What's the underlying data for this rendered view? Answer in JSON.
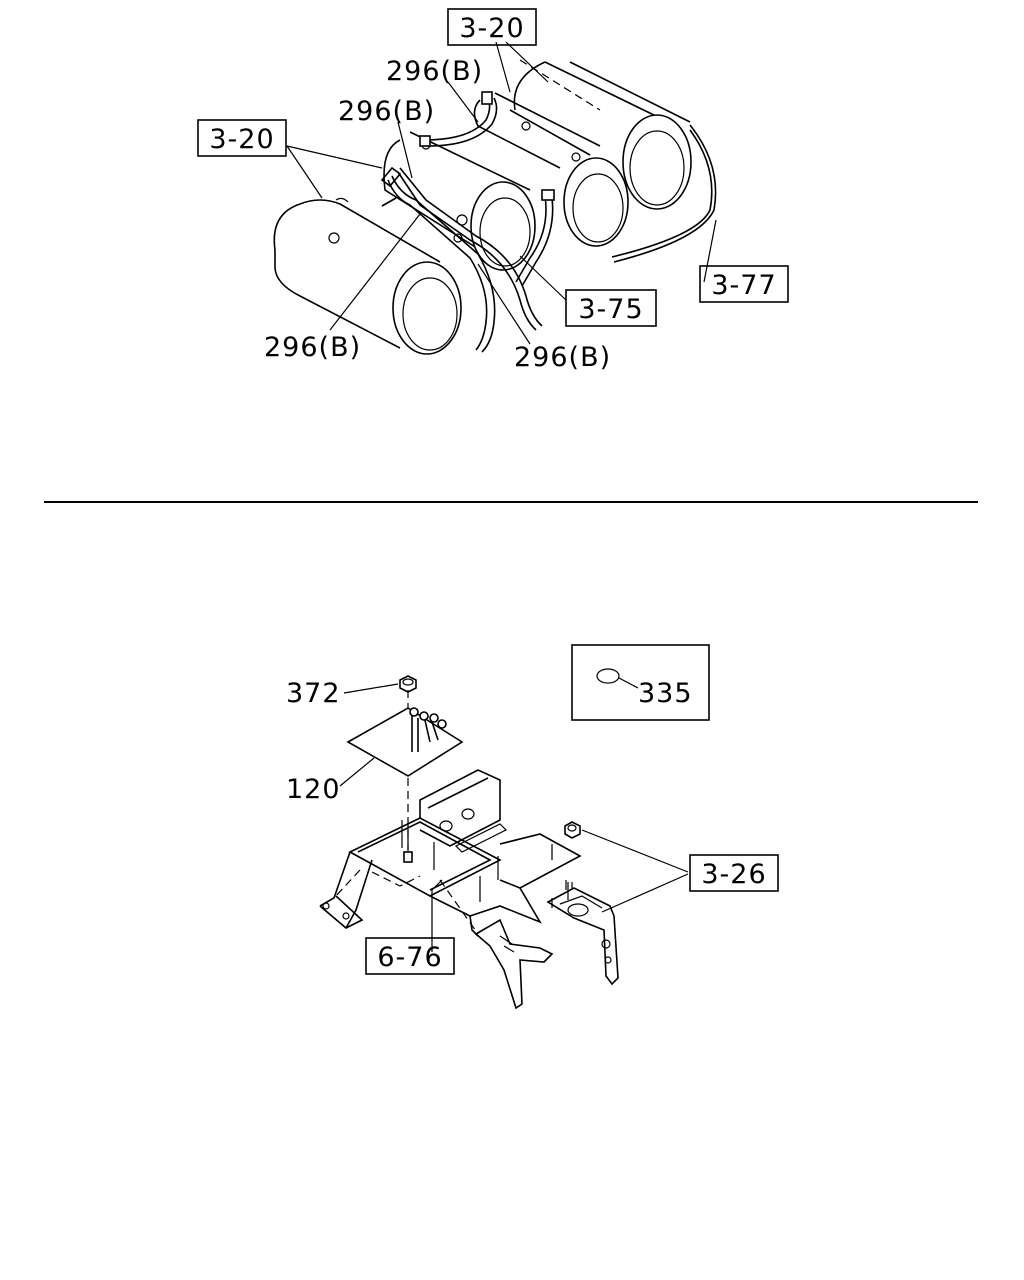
{
  "labels": {
    "tank_ref_upper": "3-20",
    "tank_ref_left": "3-20",
    "tube_a": "296(B)",
    "tube_b": "296(B)",
    "tube_c": "296(B)",
    "tube_d": "296(B)",
    "hose_ref": "3-75",
    "pipe_ref": "3-77",
    "nut": "372",
    "plate": "120",
    "bolt_detail": "335",
    "mount_nut_ref": "3-26",
    "bracket_ref": "6-76"
  }
}
